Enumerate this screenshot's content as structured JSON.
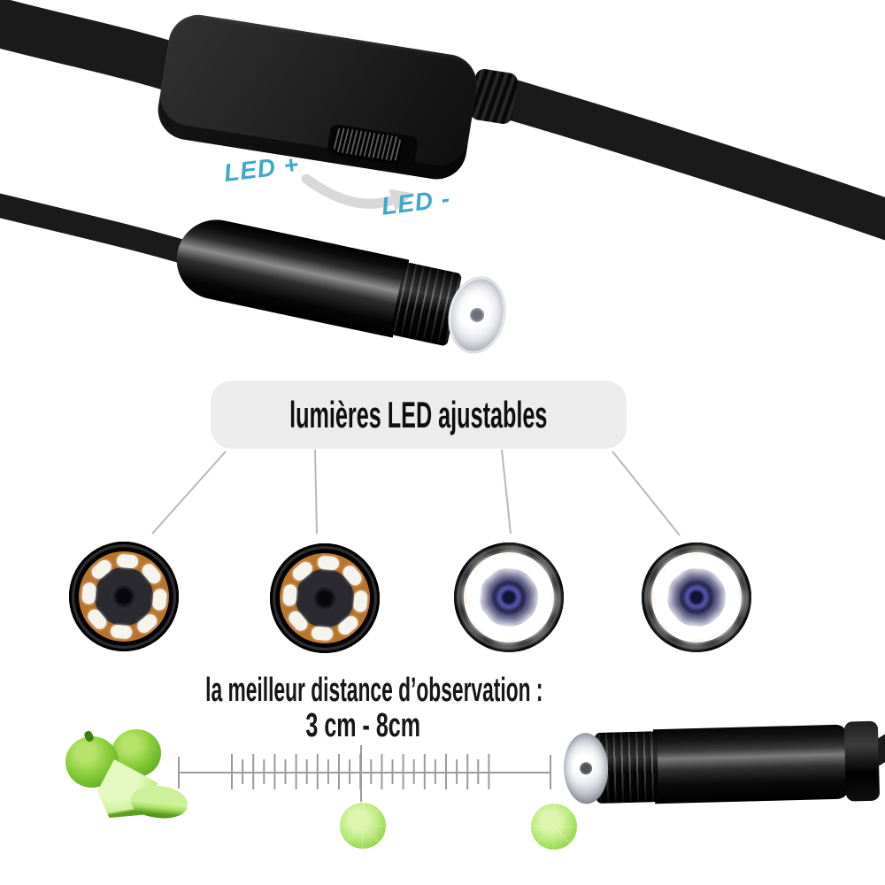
{
  "colors": {
    "background": "#ffffff",
    "accent_cyan": "#3fa9c6",
    "arrow_gray": "#d8d8d8",
    "label_box_bg": "#ececec",
    "text_black": "#161616",
    "ruler_gray": "#9b9b9b",
    "connector_gray": "#b8b8b8",
    "pcb_orange": "#b9742c",
    "led_white": "#f4f4ec",
    "lens_navy_blue": "#38386a"
  },
  "annotations": {
    "led_increase_label": "LED +",
    "led_decrease_label": "LED -",
    "adjustable_leds_caption": "lumières LED ajustables",
    "distance_title": "la meilleur distance d’observation :",
    "distance_range": "3 cm - 8cm"
  },
  "icons": {
    "arrow": "curved-right-arrow-icon"
  },
  "led_circles": [
    {
      "state": "off"
    },
    {
      "state": "off"
    },
    {
      "state": "on"
    },
    {
      "state": "on"
    }
  ]
}
